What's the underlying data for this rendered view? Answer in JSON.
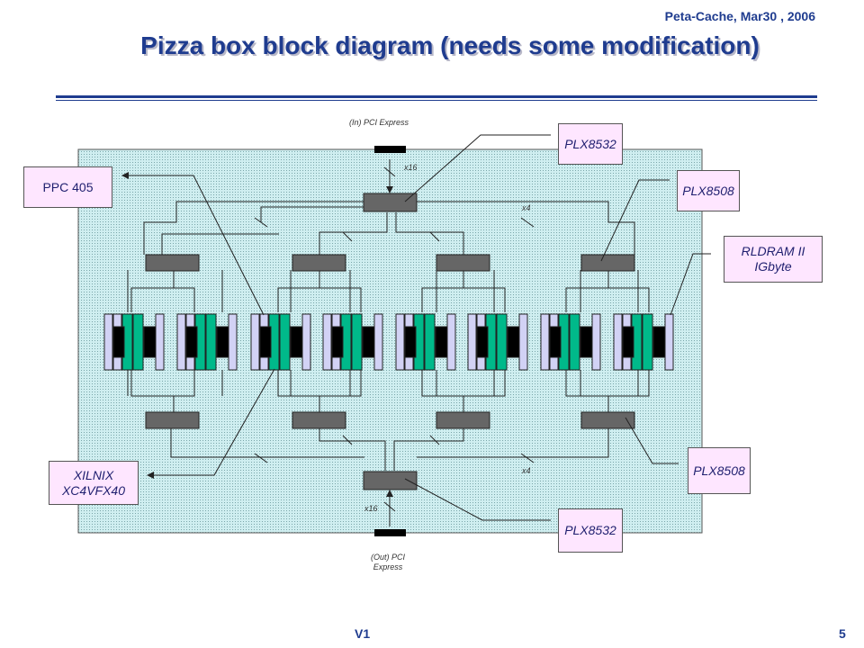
{
  "header": {
    "meta": "Peta-Cache,  Mar30 , 2006"
  },
  "title": "Pizza box block diagram (needs some modification)",
  "footer": {
    "version": "V1",
    "page": "5"
  },
  "labels": {
    "pci_in": "(In) PCI Express",
    "pci_out": "(Out) PCI Express",
    "x16_top": "x16",
    "x16_bottom": "x16",
    "x4_top": "x4",
    "x4_bottom": "x4"
  },
  "boxes": {
    "ppc": "PPC 405",
    "plx8532_top": "PLX8532",
    "plx8508_top": "PLX8508",
    "rldram": "RLDRAM II IGbyte",
    "xilinx": "XILNIX XC4VFX40",
    "plx8508_bottom": "PLX8508",
    "plx8532_bottom": "PLX8532"
  },
  "colors": {
    "board": "#d2f0f2",
    "switch": "#666666",
    "fpga": "#00b98a",
    "memory": "#d2d2f5",
    "chip": "#000000",
    "box_fill": "#fee6ff",
    "title": "#1f3c8f"
  }
}
